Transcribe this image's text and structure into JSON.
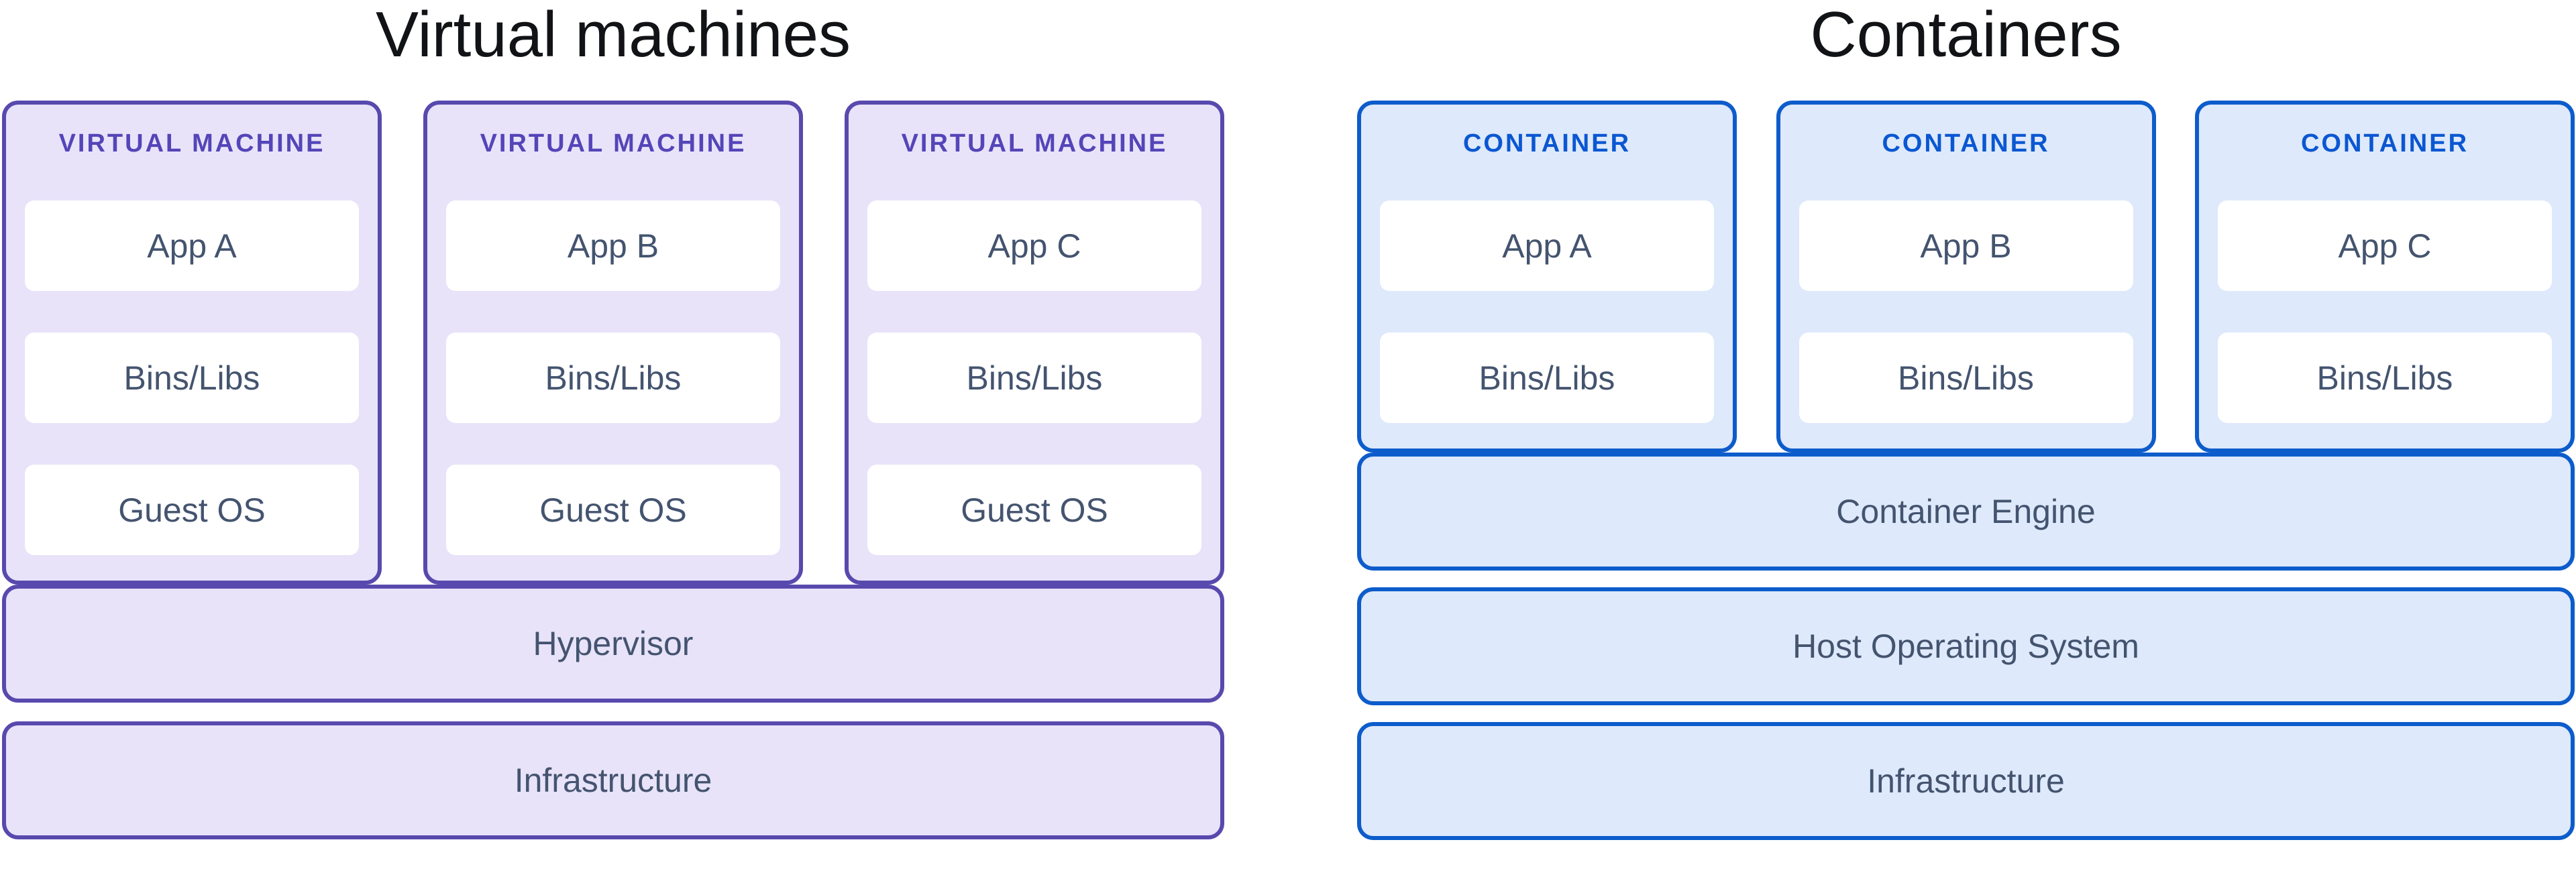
{
  "diagram": {
    "left": {
      "title": "Virtual machines",
      "accent_color": "#5849AE",
      "header_text_color": "#5445B8",
      "fill_color": "#E8E3F9",
      "cards": [
        {
          "header": "VIRTUAL MACHINE",
          "layers": [
            "App A",
            "Bins/Libs",
            "Guest OS"
          ]
        },
        {
          "header": "VIRTUAL MACHINE",
          "layers": [
            "App B",
            "Bins/Libs",
            "Guest OS"
          ]
        },
        {
          "header": "VIRTUAL MACHINE",
          "layers": [
            "App C",
            "Bins/Libs",
            "Guest OS"
          ]
        }
      ],
      "bars": [
        "Hypervisor",
        "Infrastructure"
      ]
    },
    "right": {
      "title": "Containers",
      "accent_color": "#0D5CCB",
      "header_text_color": "#0B57D2",
      "fill_color": "#DEE9FB",
      "cards": [
        {
          "header": "CONTAINER",
          "layers": [
            "App A",
            "Bins/Libs"
          ]
        },
        {
          "header": "CONTAINER",
          "layers": [
            "App B",
            "Bins/Libs"
          ]
        },
        {
          "header": "CONTAINER",
          "layers": [
            "App C",
            "Bins/Libs"
          ]
        }
      ],
      "bars": [
        "Container Engine",
        "Host Operating System",
        "Infrastructure"
      ]
    },
    "layer_text_color": "#44546F",
    "title_text_color": "#111316",
    "background_color": "#FFFFFF"
  }
}
